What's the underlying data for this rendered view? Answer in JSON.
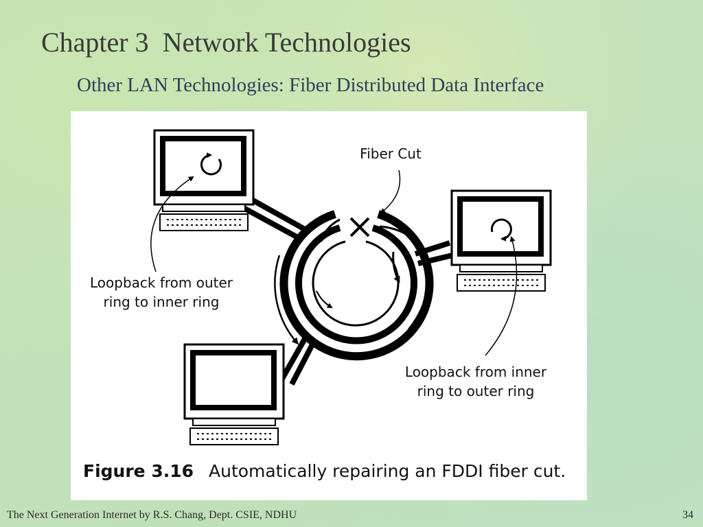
{
  "slide": {
    "title": "Chapter 3  Network Technologies",
    "subtitle": "Other LAN Technologies: Fiber Distributed Data Interface",
    "footer": "The Next Generation Internet by R.S. Chang, Dept. CSIE, NDHU",
    "page_number": "34"
  },
  "figure": {
    "labels": {
      "fiber_cut": "Fiber Cut",
      "loopback_outer_to_inner_line1": "Loopback from outer",
      "loopback_outer_to_inner_line2": "ring to inner ring",
      "loopback_inner_to_outer_line1": "Loopback from inner",
      "loopback_inner_to_outer_line2": "ring to outer ring"
    },
    "caption_number": "Figure 3.16",
    "caption_text": "Automatically repairing an FDDI fiber cut.",
    "stations": [
      "top-left-computer",
      "right-computer",
      "bottom-computer"
    ]
  }
}
